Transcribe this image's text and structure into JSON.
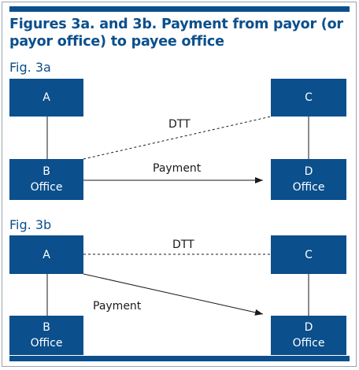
{
  "title": "Figures 3a. and 3b. Payment from payor (or payor office) to payee office",
  "fig3a": {
    "label": "Fig. 3a",
    "box_a": {
      "line1": "A"
    },
    "box_b": {
      "line1": "B",
      "line2": "Office"
    },
    "box_c": {
      "line1": "C"
    },
    "box_d": {
      "line1": "D",
      "line2": "Office"
    },
    "edge_dtt": "DTT",
    "edge_payment": "Payment"
  },
  "fig3b": {
    "label": "Fig. 3b",
    "box_a": {
      "line1": "A"
    },
    "box_b": {
      "line1": "B",
      "line2": "Office"
    },
    "box_c": {
      "line1": "C"
    },
    "box_d": {
      "line1": "D",
      "line2": "Office"
    },
    "edge_dtt": "DTT",
    "edge_payment": "Payment"
  },
  "colors": {
    "box_fill": "#0b4f8c",
    "accent": "#0b4f8c",
    "line": "#1a1a1a"
  }
}
